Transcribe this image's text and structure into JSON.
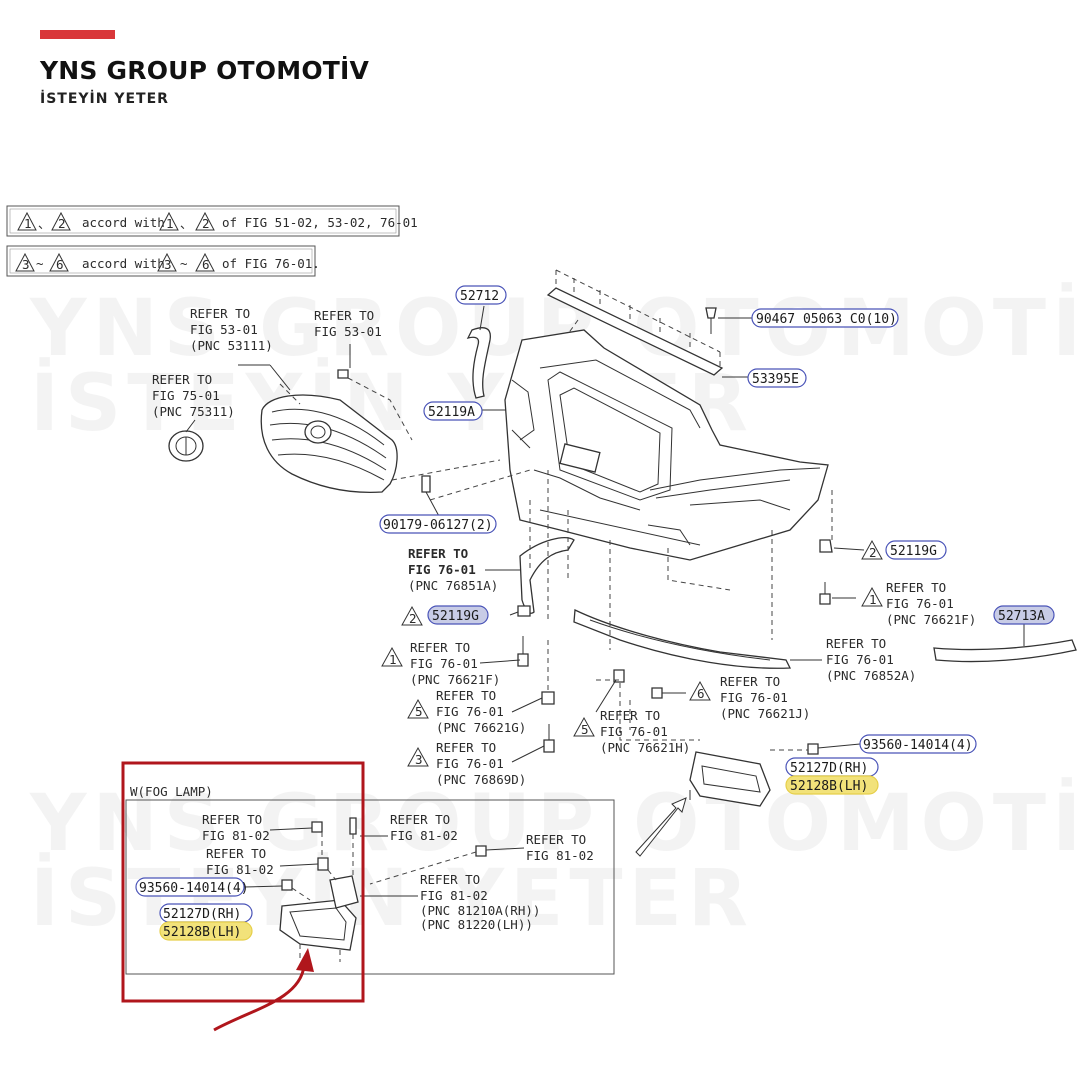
{
  "brand": {
    "name": "YNS GROUP OTOMOTİV",
    "tagline": "İSTEYİN YETER",
    "accent": "#d9373a"
  },
  "watermark": {
    "line1": "YNS GROUP OTOMOTİV",
    "line2": "İSTEYİN YETER"
  },
  "notes": {
    "note1": {
      "t1": "1",
      "t2": "2",
      "text_a": "accord with",
      "text_b": "of FIG 51-02, 53-02, 76-01"
    },
    "note2": {
      "t1": "3",
      "t2": "6",
      "text_a": "accord with",
      "text_b": "of FIG 76-01."
    },
    "comma": "、",
    "tilde": "~"
  },
  "parts": {
    "p52712": "52712",
    "p90467": "90467 05063 C0(10)",
    "p53395E": "53395E",
    "p52119A": "52119A",
    "p90179": "90179-06127(2)",
    "p52119G_right": "52119G",
    "p52119G_left": "52119G",
    "p52713A": "52713A",
    "p93560_main": "93560-14014(4)",
    "p52127D_main": "52127D(RH)",
    "p52128B_main": "52128B(LH)",
    "p93560_inset": "93560-14014(4)",
    "p52127D_inset": "52127D(RH)",
    "p52128B_inset": "52128B(LH)"
  },
  "triangles": {
    "t2a": "2",
    "t1a": "1",
    "t2b": "2",
    "t1b": "1",
    "t5a": "5",
    "t3a": "3",
    "t5b": "5",
    "t6a": "6"
  },
  "refs": {
    "r1": [
      "REFER TO",
      "FIG 53-01",
      "(PNC 53111)"
    ],
    "r2": [
      "REFER TO",
      "FIG 53-01"
    ],
    "r3": [
      "REFER TO",
      "FIG 75-01",
      "(PNC 75311)"
    ],
    "r4": [
      "REFER TO",
      "FIG 76-01",
      "(PNC 76851A)"
    ],
    "r5": [
      "REFER TO",
      "FIG 76-01",
      "(PNC 76621F)"
    ],
    "r6": [
      "REFER TO",
      "FIG 76-01",
      "(PNC 76621F)"
    ],
    "r7": [
      "REFER TO",
      "FIG 76-01",
      "(PNC 76852A)"
    ],
    "r8": [
      "REFER TO",
      "FIG 76-01",
      "(PNC 76621G)"
    ],
    "r9": [
      "REFER TO",
      "FIG 76-01",
      "(PNC 76621J)"
    ],
    "r10": [
      "REFER TO",
      "FIG 76-01",
      "(PNC 76621H)"
    ],
    "r11": [
      "REFER TO",
      "FIG 76-01",
      "(PNC 76869D)"
    ]
  },
  "inset": {
    "title": "W(FOG LAMP)",
    "i1": [
      "REFER TO",
      "FIG 81-02"
    ],
    "i2": [
      "REFER TO",
      "FIG 81-02"
    ],
    "i3": [
      "REFER TO",
      "FIG 81-02"
    ],
    "i4": [
      "REFER TO",
      "FIG 81-02"
    ],
    "i5": [
      "REFER TO",
      "FIG 81-02",
      "(PNC 81210A(RH))",
      "(PNC 81220(LH))"
    ],
    "highlight_color": "#b0161c"
  }
}
